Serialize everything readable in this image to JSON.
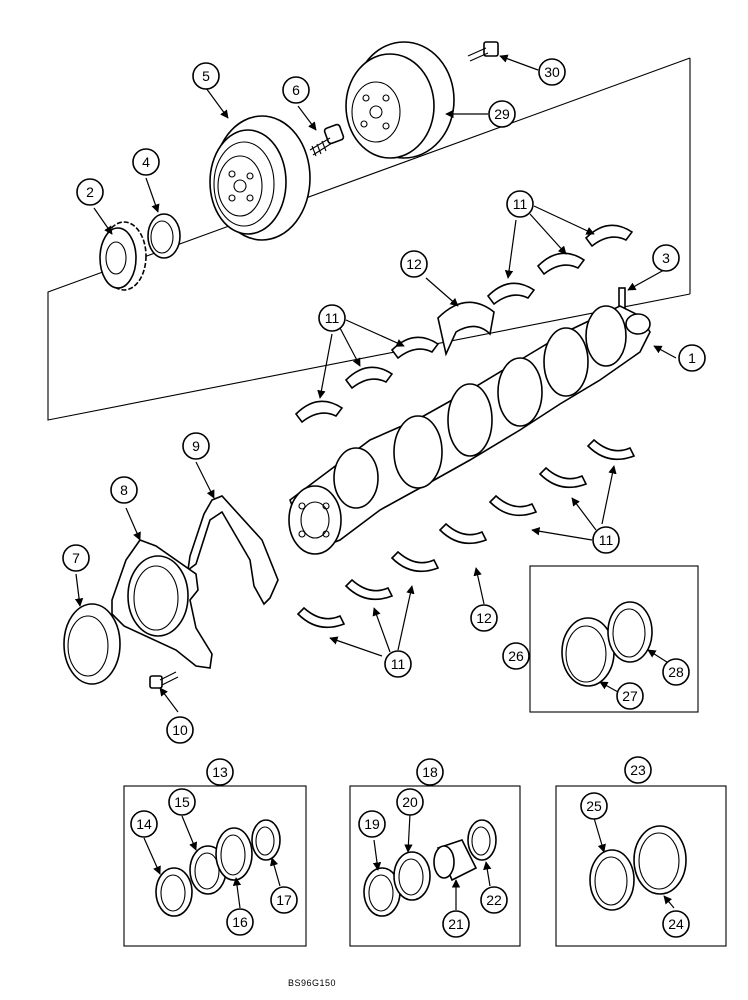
{
  "figure_code": "BS96G150",
  "callouts": {
    "c1": "1",
    "c2": "2",
    "c3": "3",
    "c4": "4",
    "c5": "5",
    "c6": "6",
    "c7": "7",
    "c8": "8",
    "c9": "9",
    "c10": "10",
    "c11a": "11",
    "c11b": "11",
    "c11c": "11",
    "c11d": "11",
    "c12a": "12",
    "c12b": "12",
    "c13": "13",
    "c14": "14",
    "c15": "15",
    "c16": "16",
    "c17": "17",
    "c18": "18",
    "c19": "19",
    "c20": "20",
    "c21": "21",
    "c22": "22",
    "c23": "23",
    "c24": "24",
    "c25": "25",
    "c26": "26",
    "c27": "27",
    "c28": "28",
    "c29": "29",
    "c30": "30"
  }
}
